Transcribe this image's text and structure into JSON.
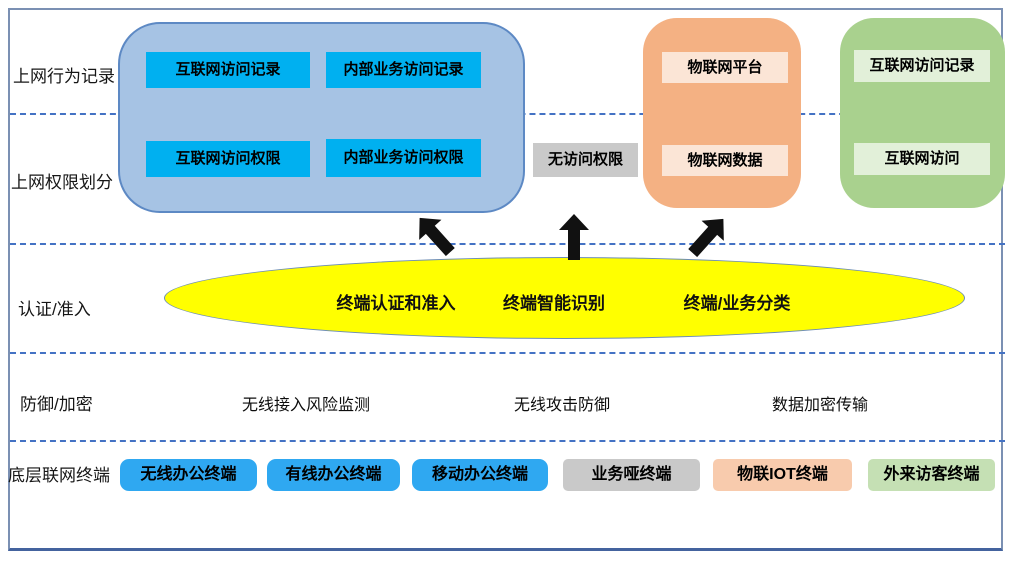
{
  "left_labels": [
    "上网行为记录",
    "上网权限划分",
    "认证/准入",
    "防御/加密",
    "底层联网终端"
  ],
  "blue_group": {
    "boxes": [
      "互联网访问记录",
      "内部业务访问记录",
      "互联网访问权限",
      "内部业务访问权限"
    ]
  },
  "no_access_label": "无访问权限",
  "iot_group": {
    "boxes": [
      "物联网平台",
      "物联网数据"
    ]
  },
  "guest_group": {
    "boxes": [
      "互联网访问记录",
      "互联网访问"
    ]
  },
  "ellipse": {
    "items": [
      "终端认证和准入",
      "终端智能识别",
      "终端/业务分类"
    ]
  },
  "defense_row": {
    "items": [
      "无线接入风险监测",
      "无线攻击防御",
      "数据加密传输"
    ]
  },
  "terminals": [
    {
      "label": "无线办公终端",
      "color": "blue"
    },
    {
      "label": "有线办公终端",
      "color": "blue"
    },
    {
      "label": "移动办公终端",
      "color": "blue"
    },
    {
      "label": "业务哑终端",
      "color": "gray"
    },
    {
      "label": "物联IOT终端",
      "color": "orange"
    },
    {
      "label": "外来访客终端",
      "color": "green"
    }
  ],
  "colors": {
    "blue_container": "#a6c3e4",
    "cyan_box": "#00b0f0",
    "orange_container": "#f4b183",
    "orange_inner": "#fbe5d6",
    "green_container": "#a9d18e",
    "green_inner": "#e2f0d9",
    "gray_box": "#c9c9c9",
    "terminal_blue": "#2fa8f1",
    "ellipse_yellow": "#ffff00",
    "dashed_line_blue": "#4472c4",
    "arrow_black": "#111111"
  }
}
